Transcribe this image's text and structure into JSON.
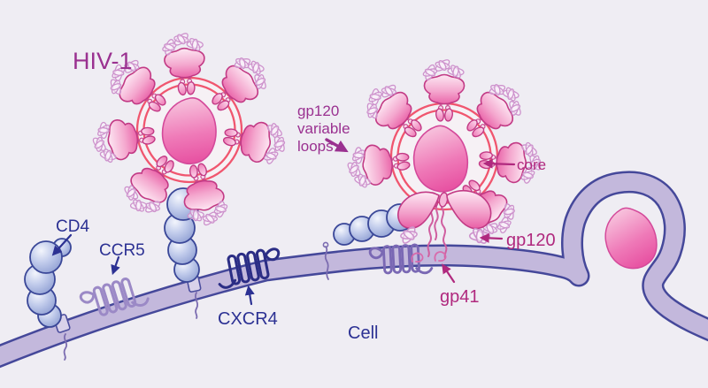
{
  "labels": {
    "hiv1": "HIV-1",
    "gp120_variable_loops": {
      "line1": "gp120",
      "line2": "variable",
      "line3": "loops"
    },
    "core": "core",
    "gp120": "gp120",
    "gp41": "gp41",
    "cd4": "CD4",
    "ccr5": "CCR5",
    "cxcr4": "CXCR4",
    "cell": "Cell"
  },
  "colors": {
    "background": "#efedf3",
    "label_purple": "#9a3190",
    "label_crimson": "#b0297e",
    "label_navy": "#2c3193",
    "virus_ring": "#f0566f",
    "core_fill_light": "#f8c9e0",
    "core_fill_dark": "#e64b9e",
    "core_stroke": "#d4499a",
    "spike_fill_light": "#fde9f4",
    "spike_fill_dark": "#e95fa6",
    "spike_stroke": "#c23a85",
    "loops_stroke": "#cd92cc",
    "membrane_fill": "#c3b8dc",
    "membrane_stroke": "#45489a",
    "cd4_sphere_light": "#f3f5fc",
    "cd4_sphere_dark": "#8e9ed2",
    "ccr5_color": "#9b89c6",
    "cxcr4_color": "#2b2d85",
    "coreceptor_color": "#7a68b4",
    "gp41_spring": "#d05fa0"
  }
}
